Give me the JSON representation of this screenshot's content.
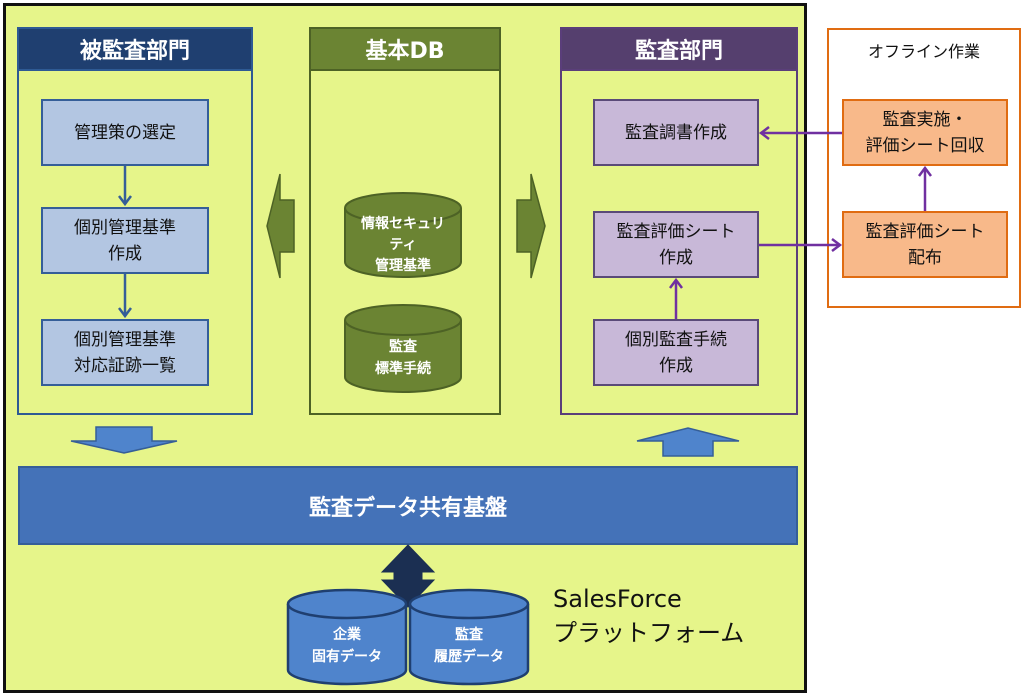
{
  "panels": {
    "audited_dept": {
      "title": "被監査部門",
      "boxes": [
        "管理策の選定",
        "個別管理基準\n作成",
        "個別管理基準\n対応証跡一覧"
      ]
    },
    "base_db": {
      "title": "基本DB",
      "databases": [
        "情報セキュリ\nティ\n管理基準",
        "監査\n標準手続"
      ]
    },
    "audit_dept": {
      "title": "監査部門",
      "boxes": [
        "監査調書作成",
        "監査評価シート\n作成",
        "個別監査手続\n作成"
      ]
    },
    "offline": {
      "title": "オフライン作業",
      "boxes": [
        "監査実施・\n評価シート回収",
        "監査評価シート\n配布"
      ]
    }
  },
  "platform": {
    "title": "監査データ共有基盤",
    "databases": [
      "企業\n固有データ",
      "監査\n履歴データ"
    ],
    "label": "SalesForce\nプラットフォーム"
  },
  "colors": {
    "background": "#e6f58a",
    "audited_header": "#1f3f70",
    "basedb_header": "#6b8433",
    "audit_header": "#553f6e",
    "offline_border": "#e06c12",
    "platform": "#4472b8",
    "connector_purple": "#7030a0"
  }
}
